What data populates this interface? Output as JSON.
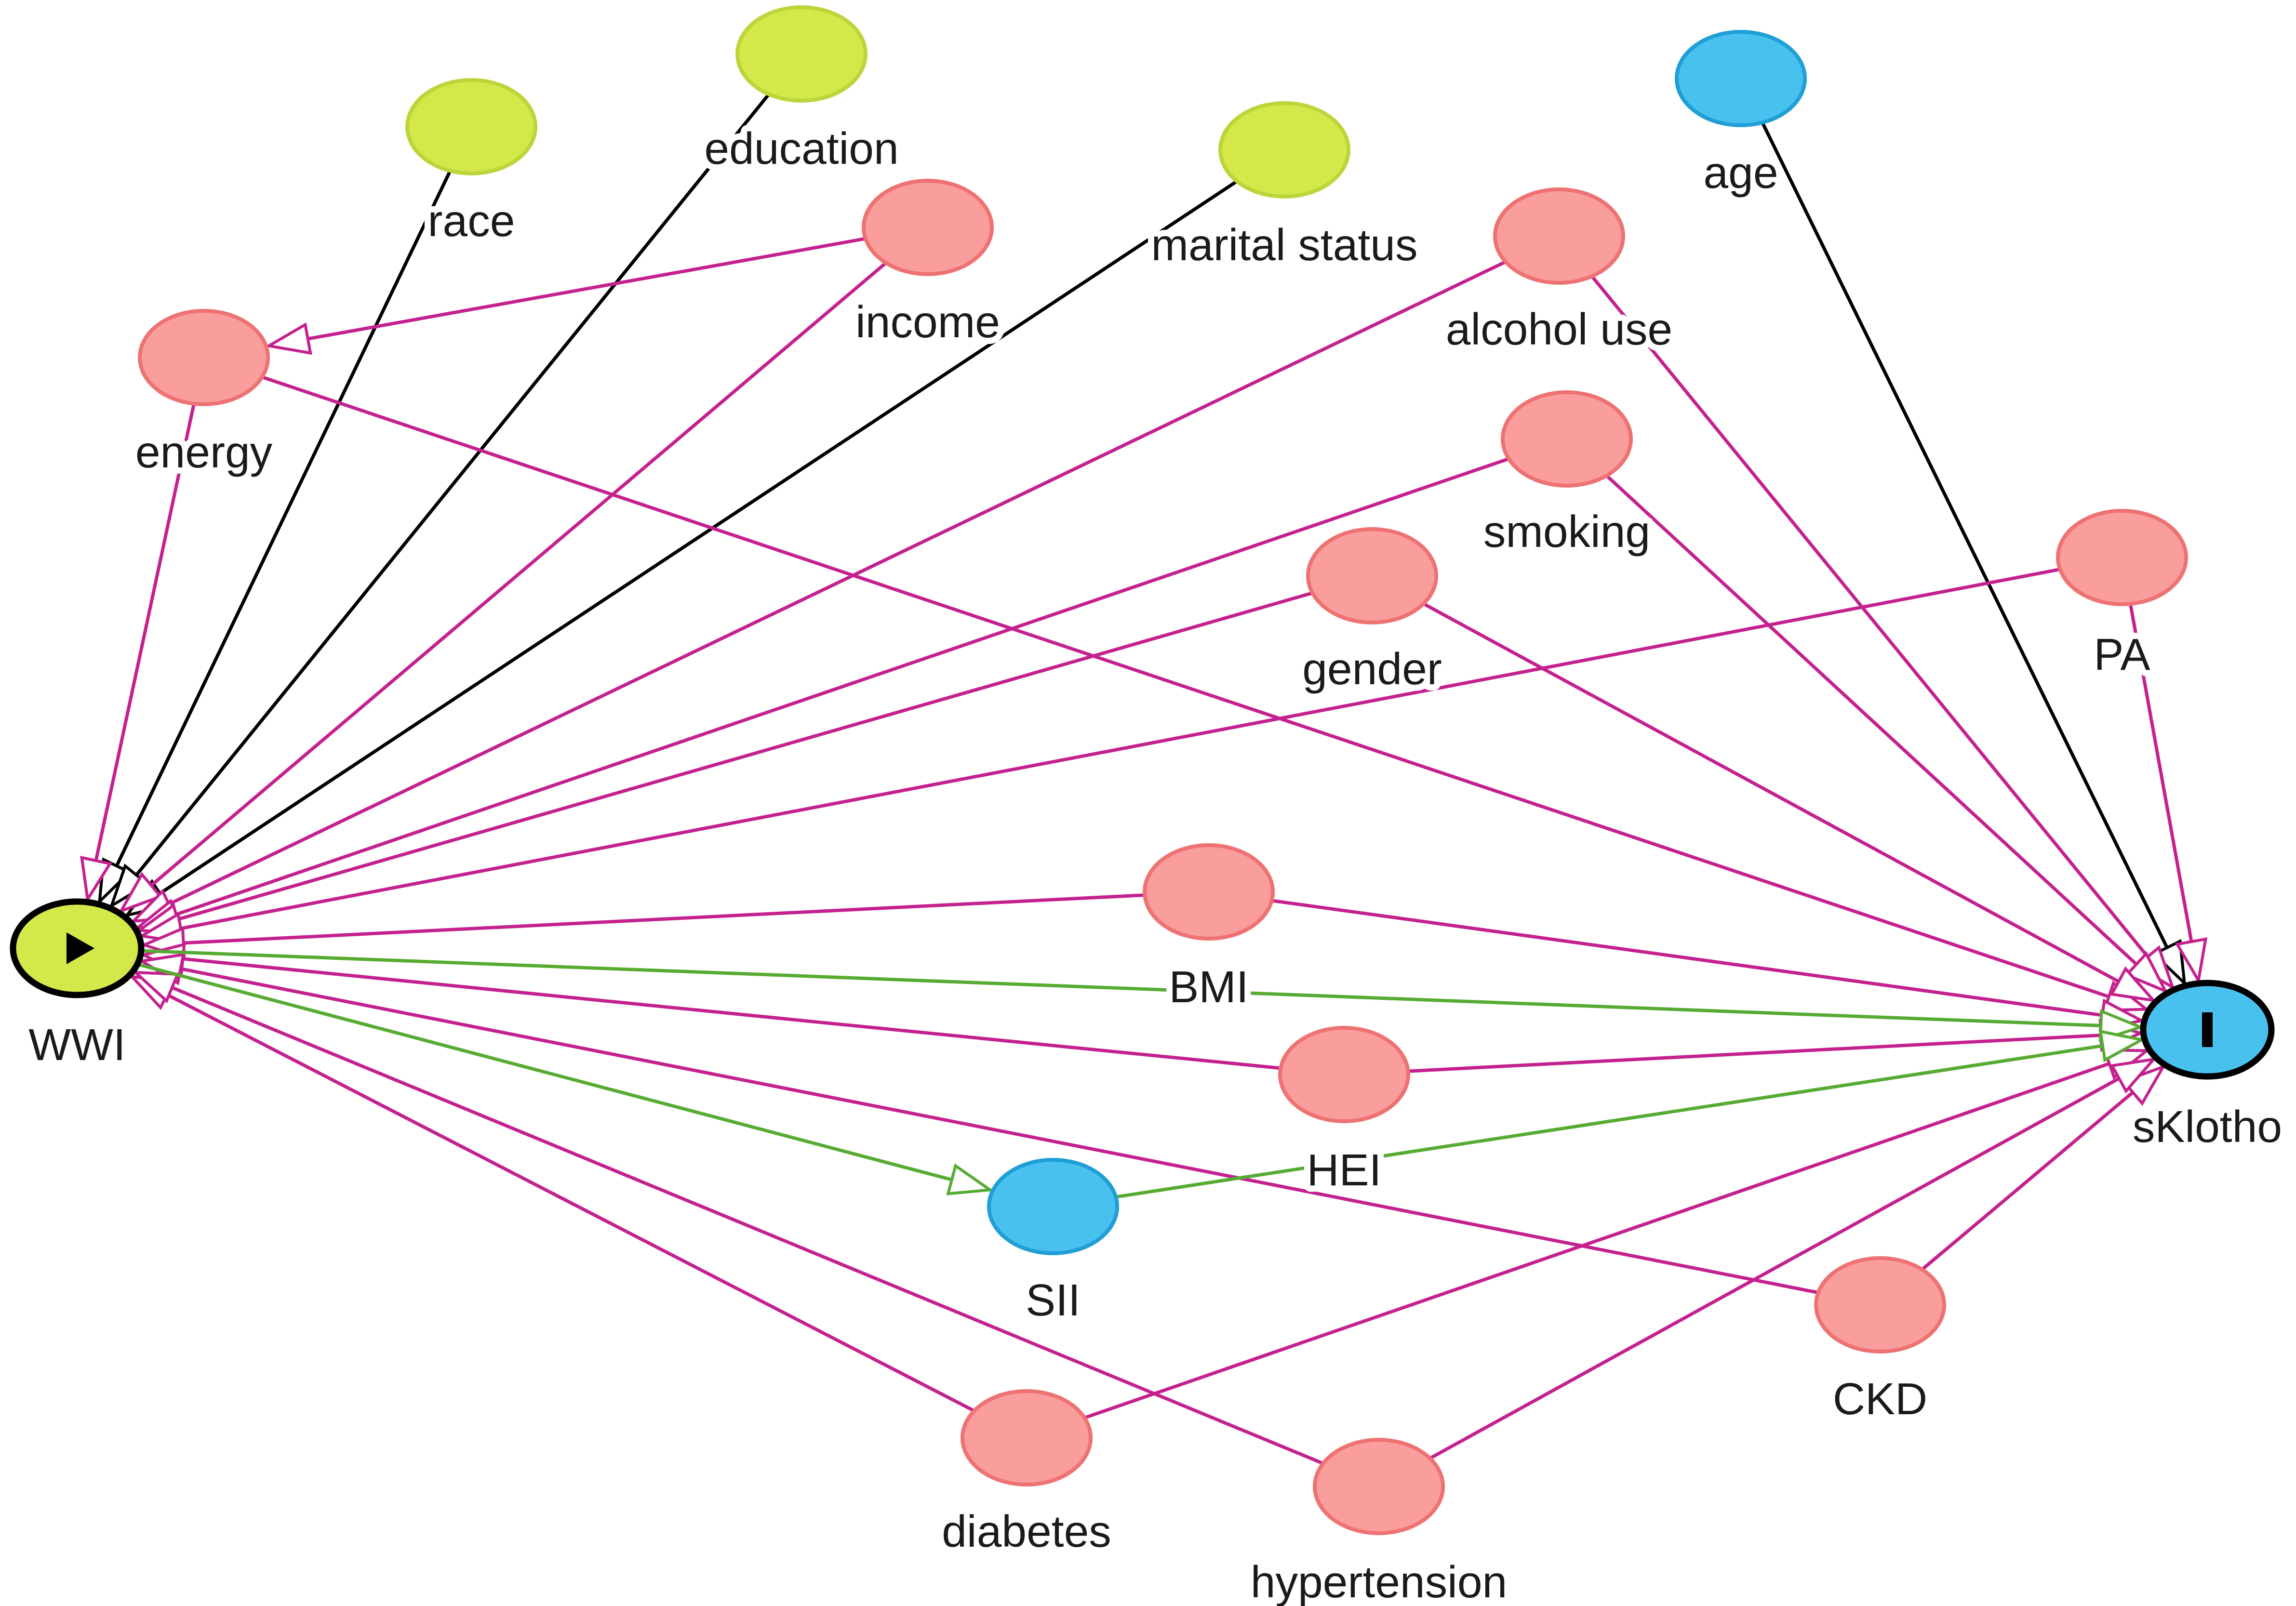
{
  "colors": {
    "exposure_fill": "#d5e84a",
    "outcome_fill": "#48c1ef",
    "ancestor_fill": "#d5e84a",
    "ancestor_stroke": "#bcd53a",
    "confounder_fill": "#fa9d9d",
    "confounder_stroke": "#ee7272",
    "mediator_fill": "#48c1ef",
    "mediator_stroke": "#1f9fd6",
    "edge_biasing": "#c4218f",
    "edge_causal": "#57ab32",
    "edge_other": "#000000"
  },
  "nodes": [
    {
      "id": "WWI",
      "label": "WWI",
      "role": "exposure",
      "icon": "play-icon"
    },
    {
      "id": "sKlotho",
      "label": "sKlotho",
      "role": "outcome",
      "icon": "bar-icon"
    },
    {
      "id": "race",
      "label": "race",
      "role": "ancestor"
    },
    {
      "id": "education",
      "label": "education",
      "role": "ancestor"
    },
    {
      "id": "marital",
      "label": "marital status",
      "role": "ancestor"
    },
    {
      "id": "age",
      "label": "age",
      "role": "mediator"
    },
    {
      "id": "income",
      "label": "income",
      "role": "confounder"
    },
    {
      "id": "energy",
      "label": "energy",
      "role": "confounder"
    },
    {
      "id": "alcohol",
      "label": "alcohol use",
      "role": "confounder"
    },
    {
      "id": "smoking",
      "label": "smoking",
      "role": "confounder"
    },
    {
      "id": "gender",
      "label": "gender",
      "role": "confounder"
    },
    {
      "id": "PA",
      "label": "PA",
      "role": "confounder"
    },
    {
      "id": "BMI",
      "label": "BMI",
      "role": "confounder"
    },
    {
      "id": "HEI",
      "label": "HEI",
      "role": "confounder"
    },
    {
      "id": "SII",
      "label": "SII",
      "role": "mediator"
    },
    {
      "id": "CKD",
      "label": "CKD",
      "role": "confounder"
    },
    {
      "id": "diabetes",
      "label": "diabetes",
      "role": "confounder"
    },
    {
      "id": "hypertension",
      "label": "hypertension",
      "role": "confounder"
    }
  ],
  "edges": [
    {
      "from": "race",
      "to": "WWI",
      "kind": "other"
    },
    {
      "from": "education",
      "to": "WWI",
      "kind": "other"
    },
    {
      "from": "marital",
      "to": "WWI",
      "kind": "other"
    },
    {
      "from": "age",
      "to": "sKlotho",
      "kind": "other"
    },
    {
      "from": "income",
      "to": "energy",
      "kind": "biasing"
    },
    {
      "from": "income",
      "to": "WWI",
      "kind": "biasing"
    },
    {
      "from": "energy",
      "to": "WWI",
      "kind": "biasing"
    },
    {
      "from": "energy",
      "to": "sKlotho",
      "kind": "biasing"
    },
    {
      "from": "alcohol",
      "to": "WWI",
      "kind": "biasing"
    },
    {
      "from": "alcohol",
      "to": "sKlotho",
      "kind": "biasing"
    },
    {
      "from": "smoking",
      "to": "WWI",
      "kind": "biasing"
    },
    {
      "from": "smoking",
      "to": "sKlotho",
      "kind": "biasing"
    },
    {
      "from": "gender",
      "to": "WWI",
      "kind": "biasing"
    },
    {
      "from": "gender",
      "to": "sKlotho",
      "kind": "biasing"
    },
    {
      "from": "PA",
      "to": "WWI",
      "kind": "biasing"
    },
    {
      "from": "PA",
      "to": "sKlotho",
      "kind": "biasing"
    },
    {
      "from": "BMI",
      "to": "WWI",
      "kind": "biasing"
    },
    {
      "from": "BMI",
      "to": "sKlotho",
      "kind": "biasing"
    },
    {
      "from": "HEI",
      "to": "WWI",
      "kind": "biasing"
    },
    {
      "from": "HEI",
      "to": "sKlotho",
      "kind": "biasing"
    },
    {
      "from": "CKD",
      "to": "WWI",
      "kind": "biasing"
    },
    {
      "from": "CKD",
      "to": "sKlotho",
      "kind": "biasing"
    },
    {
      "from": "diabetes",
      "to": "WWI",
      "kind": "biasing"
    },
    {
      "from": "diabetes",
      "to": "sKlotho",
      "kind": "biasing"
    },
    {
      "from": "hypertension",
      "to": "WWI",
      "kind": "biasing"
    },
    {
      "from": "hypertension",
      "to": "sKlotho",
      "kind": "biasing"
    },
    {
      "from": "WWI",
      "to": "sKlotho",
      "kind": "causal"
    },
    {
      "from": "WWI",
      "to": "SII",
      "kind": "causal"
    },
    {
      "from": "SII",
      "to": "sKlotho",
      "kind": "causal"
    }
  ]
}
